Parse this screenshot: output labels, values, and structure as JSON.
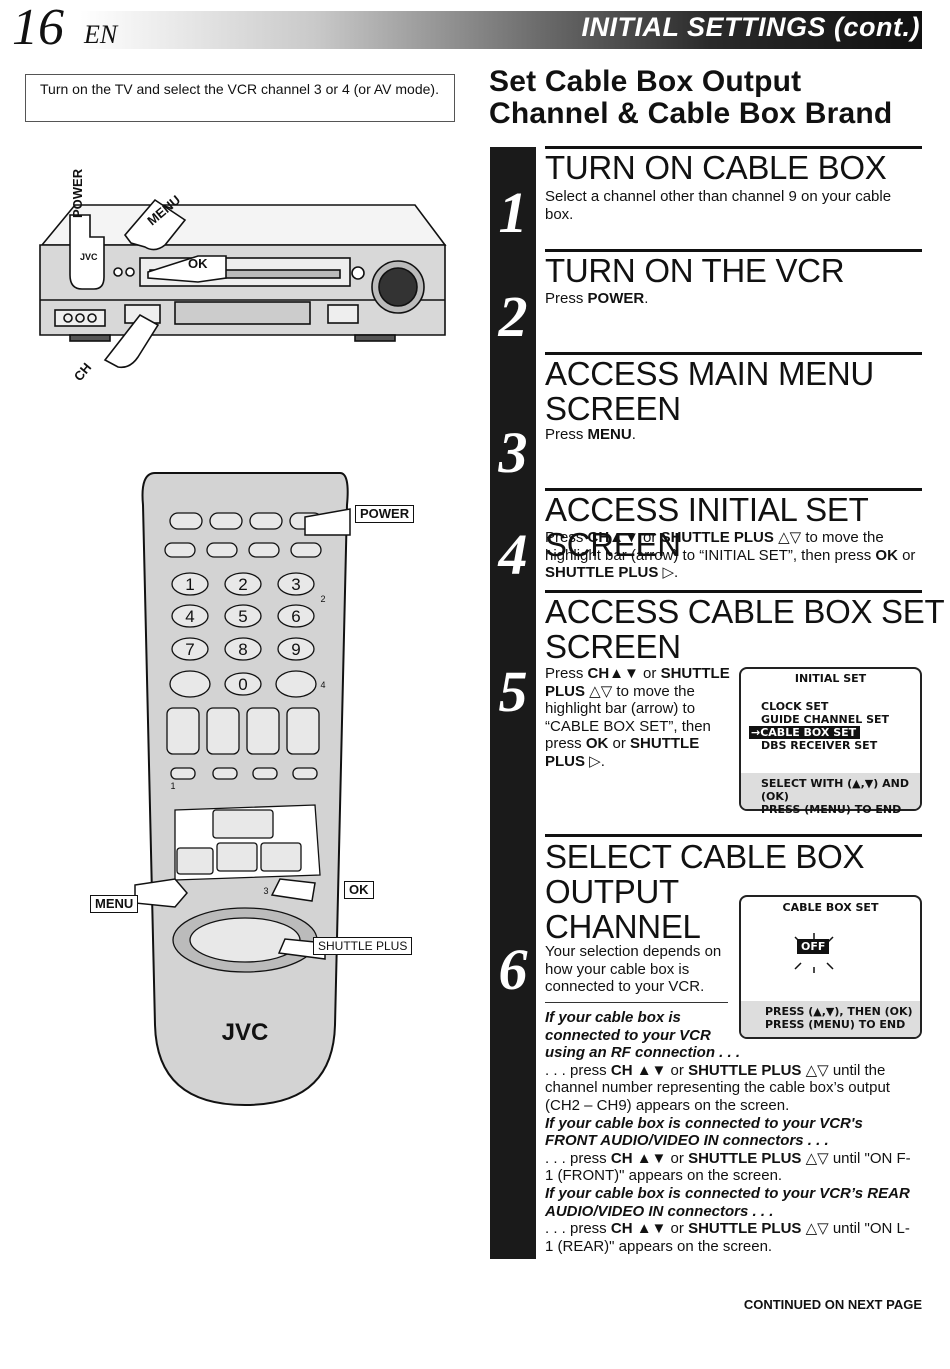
{
  "header": {
    "page_number": "16",
    "lang": "EN",
    "title": "INITIAL SETTINGS (cont.)"
  },
  "note": "Turn on the TV and select the VCR channel 3 or 4 (or AV mode).",
  "section_title": "Set Cable Box Output Channel & Cable Box Brand",
  "vcr_labels": {
    "power": "POWER",
    "menu": "MENU",
    "ok": "OK",
    "ch": "CH",
    "brand": "JVC"
  },
  "remote_labels": {
    "power": "POWER",
    "menu": "MENU",
    "ok": "OK",
    "shuttle": "SHUTTLE PLUS",
    "brand": "JVC",
    "keys": [
      "1",
      "2",
      "3",
      "4",
      "5",
      "6",
      "7",
      "8",
      "9",
      "0"
    ],
    "side_nums": [
      "2",
      "4",
      "1",
      "3"
    ]
  },
  "steps": [
    {
      "num": "1",
      "head": "TURN ON CABLE BOX",
      "text": "Select a channel other than channel 9 on your cable box."
    },
    {
      "num": "2",
      "head": "TURN ON THE VCR",
      "text_pre": "Press ",
      "text_bold": "POWER",
      "text_post": "."
    },
    {
      "num": "3",
      "head_line1": "ACCESS MAIN MENU",
      "head_line2": "SCREEN",
      "text_pre": "Press ",
      "text_bold": "MENU",
      "text_post": "."
    },
    {
      "num": "4",
      "head": "ACCESS INITIAL SET SCREEN"
    },
    {
      "num": "5",
      "head_line1": "ACCESS CABLE BOX SET",
      "head_line2": "SCREEN"
    },
    {
      "num": "6",
      "head_line1": "SELECT CABLE BOX",
      "head_line2": "OUTPUT",
      "head_line3": "CHANNEL",
      "text": "Your selection depends on how your cable box is connected to your VCR."
    }
  ],
  "osd_initial": {
    "title": "INITIAL SET",
    "items": [
      "CLOCK SET",
      "GUIDE CHANNEL SET",
      "CABLE BOX SET",
      "DBS RECEIVER SET"
    ],
    "selected_index": 2,
    "foot1": "SELECT WITH (▲,▼) AND (OK)",
    "foot2": "PRESS (MENU) TO END"
  },
  "osd_cable": {
    "title": "CABLE BOX SET",
    "value": "OFF",
    "foot1": "PRESS (▲,▼), THEN (OK)",
    "foot2": "PRESS (MENU) TO END"
  },
  "footer": "CONTINUED ON NEXT PAGE"
}
